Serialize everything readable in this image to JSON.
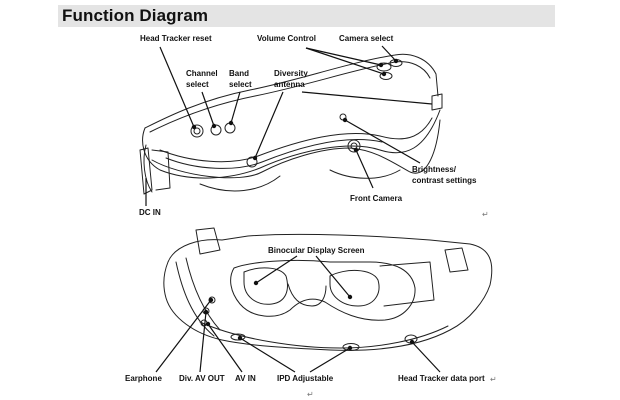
{
  "title": "Function Diagram",
  "labels": {
    "head_tracker_reset": "Head Tracker reset",
    "volume_control": "Volume Control",
    "camera_select": "Camera select",
    "channel_select_1": "Channel",
    "channel_select_2": "select",
    "band_select_1": "Band",
    "band_select_2": "select",
    "diversity_antenna_1": "Diversity",
    "diversity_antenna_2": "antenna",
    "brightness_1": "Brightness/",
    "brightness_2": "contrast settings",
    "front_camera": "Front Camera",
    "dc_in": "DC IN",
    "binocular_display": "Binocular Display Screen",
    "earphone": "Earphone",
    "div_av_out": "Div. AV OUT",
    "av_in": "AV IN",
    "ipd_adjustable": "IPD Adjustable",
    "head_tracker_port": "Head Tracker data port"
  },
  "marks": {
    "paragraph": "↵"
  }
}
